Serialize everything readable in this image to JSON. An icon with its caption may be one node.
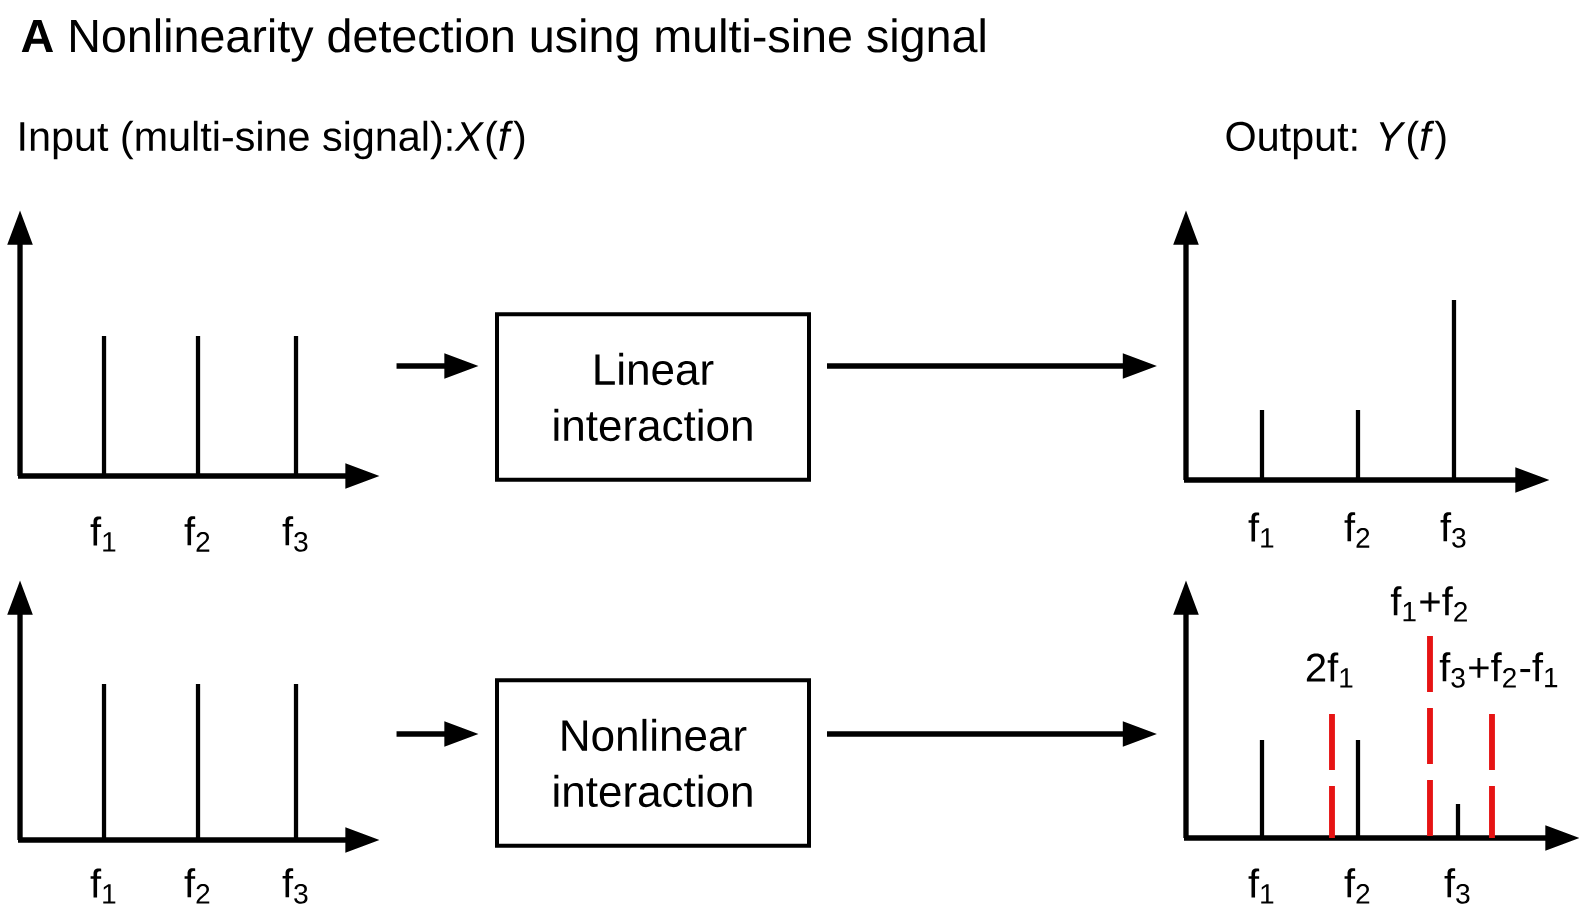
{
  "diagram": {
    "title": "**A** Nonlinearity detection using multi-sine signal",
    "nodes": [
      {
        "text": [
          "f$_{1}$",
          "f$_{2}$",
          "f$_{3}$"
        ]
      },
      {
        "text": [
          "Linear interaction"
        ]
      },
      {
        "text": [
          "f$_{1}$",
          "f$_{2}$",
          "f$_{3}$"
        ]
      },
      {
        "text": [
          "f$_{1}$",
          "f$_{2}$",
          "f$_{3}$"
        ]
      },
      {
        "text": [
          "Nonlinear interaction"
        ]
      },
      {
        "text": [
          "f$_{1}$",
          "f$_{2}$",
          "f$_{3}$",
          "2f$_{1}$",
          "f$_{1}$+f$_{2}$",
          "f$_{3}$+f$_{2}$-f$_{1}$"
        ]
      }
    ],
    "edges": [
      {
        "from": 0,
        "to": 1,
        "arrow": "to"
      },
      {
        "from": 1,
        "to": 2,
        "arrow": "to"
      },
      {
        "from": 3,
        "to": 4,
        "arrow": "to"
      },
      {
        "from": 4,
        "to": 5,
        "arrow": "to"
      }
    ],
    "labels": [
      "Input (multi-sine signal):*X*(*f*)",
      "Output: *Y*(*f*)"
    ]
  }
}
